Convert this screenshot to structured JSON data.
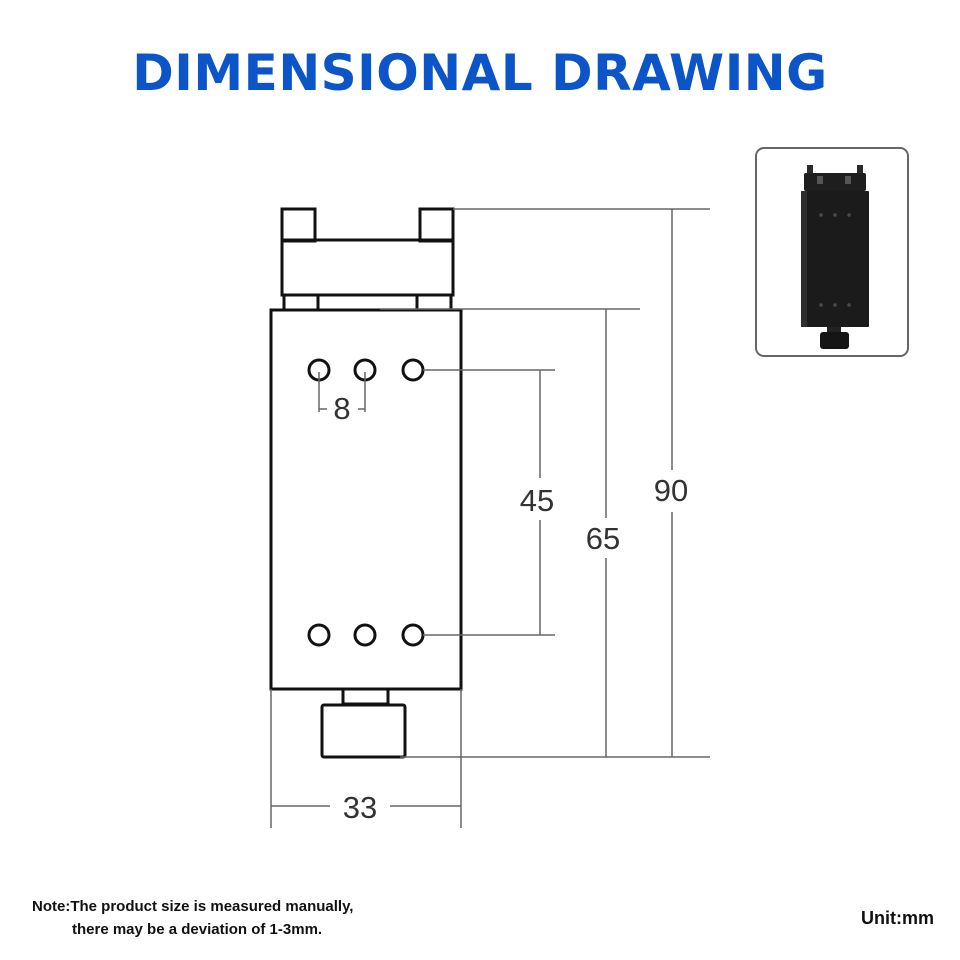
{
  "title": "DIMENSIONAL DRAWING",
  "dimensions": {
    "hole_spacing": "8",
    "hole_rows": "45",
    "body_height": "65",
    "total_height": "90",
    "width": "33"
  },
  "note": {
    "line1": "Note:The product size is measured manually,",
    "line2": "there may be a deviation of 1-3mm."
  },
  "unit": "Unit:mm",
  "colors": {
    "title": "#0b55c8",
    "outline": "#111111",
    "dimension_line": "#666666",
    "dimension_text": "#333333",
    "product_body": "#1b1b1b"
  }
}
